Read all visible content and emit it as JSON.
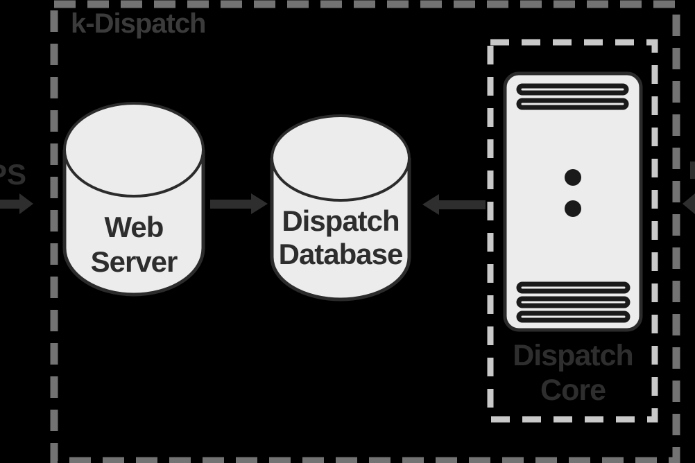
{
  "diagram": {
    "background_color": "#000000",
    "group": {
      "label": "k-Dispatch",
      "border_color": "#737373",
      "label_color": "#3b3b3b"
    },
    "external_left": {
      "label_fragment": "PS"
    },
    "web_server": {
      "line1": "Web",
      "line2": "Server"
    },
    "dispatch_database": {
      "line1": "Dispatch",
      "line2": "Database"
    },
    "dispatch_core": {
      "line1": "Dispatch",
      "line2": "Core",
      "border_color": "#c9c9c9"
    },
    "node_fill": "#ececec",
    "node_stroke": "#2b2b2b",
    "arrow_color": "#2e2e2e",
    "icons": {
      "web_server": "database-cylinder-icon",
      "dispatch_database": "database-cylinder-icon",
      "dispatch_core": "server-tower-icon"
    },
    "connections": [
      {
        "from": "external-left-cropped",
        "to": "web-server",
        "arrow": "right",
        "visible_label": "PS"
      },
      {
        "from": "web-server",
        "to": "dispatch-database",
        "arrow": "right"
      },
      {
        "from": "dispatch-core",
        "to": "dispatch-database",
        "arrow": "left"
      },
      {
        "from": "external-right-cropped",
        "to": "dispatch-core",
        "arrow": "left"
      }
    ]
  }
}
